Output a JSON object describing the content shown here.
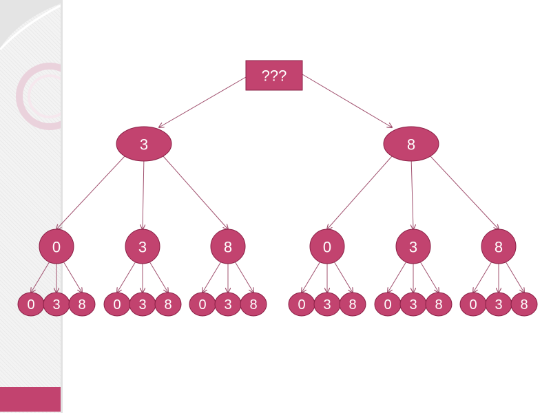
{
  "colors": {
    "node_fill": "#c2436f",
    "node_stroke": "#8a1f45",
    "edge": "#a0506e",
    "panel": "#f3f3f3",
    "accent": "#c2436f"
  },
  "tree": {
    "root": {
      "label": "???"
    },
    "level1": [
      {
        "label": "3",
        "children": [
          "0",
          "3",
          "8"
        ]
      },
      {
        "label": "8",
        "children": [
          "0",
          "3",
          "8"
        ]
      }
    ],
    "leaf_labels": [
      "0",
      "3",
      "8"
    ]
  }
}
